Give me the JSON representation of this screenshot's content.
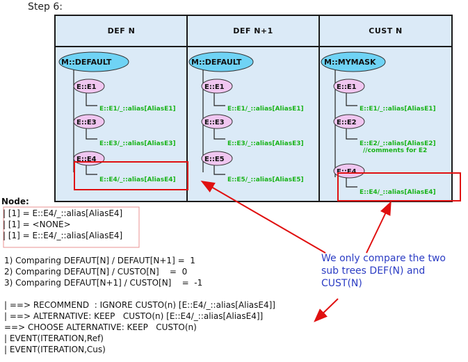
{
  "step_title": "Step 6:",
  "columns": [
    {
      "header": "DEF N",
      "root": "M::DEFAULT",
      "children": [
        {
          "label": "E::E1",
          "leaf": "E::E1/_::alias[AliasE1]"
        },
        {
          "label": "E::E3",
          "leaf": "E::E3/_::alias[AliasE3]"
        },
        {
          "label": "E::E4",
          "leaf": "E::E4/_::alias[AliasE4]"
        }
      ]
    },
    {
      "header": "DEF N+1",
      "root": "M::DEFAULT",
      "children": [
        {
          "label": "E::E1",
          "leaf": "E::E1/_::alias[AliasE1]"
        },
        {
          "label": "E::E3",
          "leaf": "E::E3/_::alias[AliasE3]"
        },
        {
          "label": "E::E5",
          "leaf": "E::E5/_::alias[AliasE5]"
        }
      ]
    },
    {
      "header": "CUST N",
      "root": "M::MYMASK",
      "children": [
        {
          "label": "E::E1",
          "leaf": "E::E1/_::alias[AliasE1]"
        },
        {
          "label": "E::E2",
          "leaf": "E::E2/_::alias[AliasE2]",
          "comment": "//comments for E2"
        },
        {
          "label": "E::E4",
          "leaf": "E::E4/_::alias[AliasE4]"
        }
      ]
    }
  ],
  "node": {
    "title": "Node:",
    "lines": [
      "| [1] = E::E4/_::alias[AliasE4]",
      "| [1] = <NONE>",
      "| [1] = E::E4/_::alias[AliasE4]"
    ]
  },
  "comparisons": [
    "1) Comparing DEFAUT[N] / DEFAUT[N+1] =  1",
    "2) Comparing DEFAUT[N] / CUSTO[N]    =  0",
    "3) Comparing DEFAUT[N+1] / CUSTO[N]    =  -1"
  ],
  "results": [
    "| ==> RECOMMEND  : IGNORE CUSTO(n) [E::E4/_::alias[AliasE4]]",
    "| ==> ALTERNATIVE: KEEP   CUSTO(n) [E::E4/_::alias[AliasE4]]",
    "==> CHOOSE ALTERNATIVE: KEEP   CUSTO(n)",
    "| EVENT(ITERATION,Ref)",
    "| EVENT(ITERATION,Cus)"
  ],
  "note": {
    "lines": [
      "We only compare the two",
      "sub trees  DEF(N) and",
      "CUST(N)"
    ]
  },
  "colors": {
    "root_fill": "#6fd3f5",
    "node_fill": "#f0c6f0",
    "leaf_text": "#19b319",
    "highlight": "#e01010",
    "note_text": "#2b3cc4",
    "panel_bg": "#dbeaf7"
  }
}
